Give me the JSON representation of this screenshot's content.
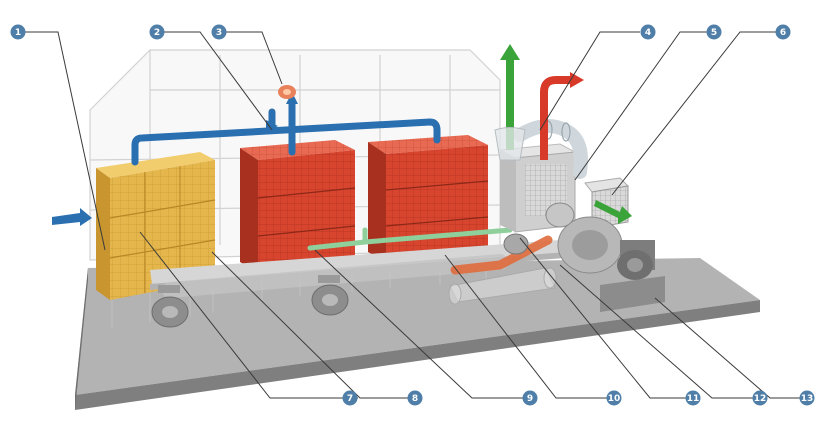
{
  "callouts": [
    {
      "id": 1,
      "label": "1"
    },
    {
      "id": 2,
      "label": "2"
    },
    {
      "id": 3,
      "label": "3"
    },
    {
      "id": 4,
      "label": "4"
    },
    {
      "id": 5,
      "label": "5"
    },
    {
      "id": 6,
      "label": "6"
    },
    {
      "id": 7,
      "label": "7"
    },
    {
      "id": 8,
      "label": "8"
    },
    {
      "id": 9,
      "label": "9"
    },
    {
      "id": 10,
      "label": "10"
    },
    {
      "id": 11,
      "label": "11"
    },
    {
      "id": 12,
      "label": "12"
    },
    {
      "id": 13,
      "label": "13"
    }
  ],
  "colors": {
    "callout_fill": "#4f7fa8",
    "leader_line": "#3a3a3a",
    "frame": "#cfcfcf",
    "base": "#8e8e8e",
    "bed_top": "#b5b5b5",
    "adsorber_yellow": "#e4b64c",
    "adsorber_red": "#d8452e",
    "pipe_blue": "#2a6fb0",
    "pipe_green": "#3aa33a",
    "pipe_red": "#d83a2a",
    "pipe_orange": "#e06c3c",
    "pipe_gray": "#c9c9c9",
    "equipment_gray": "#9a9a9a"
  },
  "icons": [
    "inlet-arrow-icon",
    "outlet-arrow-icon",
    "exhaust-arrow-icon",
    "fan-icon",
    "valve-icon"
  ]
}
